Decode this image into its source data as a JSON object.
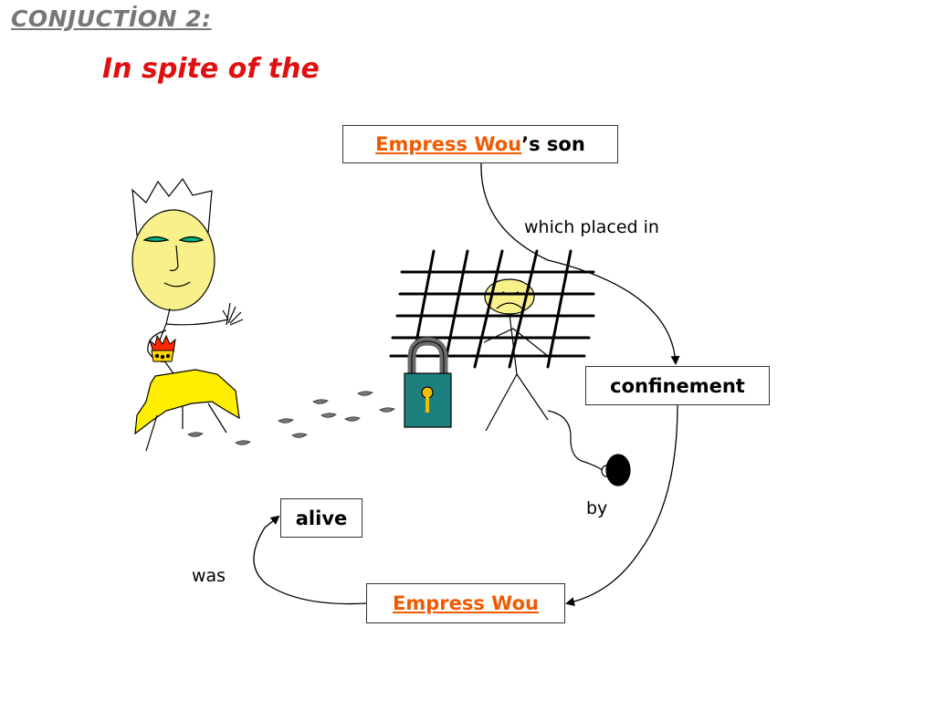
{
  "title": "CONJUCTİON 2:",
  "subtitle": "In spite of the",
  "nodes": {
    "empress_son": {
      "name_part": "Empress Wou",
      "suffix": "’s son"
    },
    "confinement": {
      "label": "confinement"
    },
    "empress": {
      "label": "Empress Wou"
    },
    "alive": {
      "label": "alive"
    }
  },
  "edges": {
    "son_to_confinement": "which placed in",
    "confinement_to_empress": "by",
    "empress_to_alive": "was"
  },
  "colors": {
    "title": "#777777",
    "subtitle": "#e01010",
    "accent": "#f05a00",
    "face": "#f8f08a",
    "skirt": "#ffee00",
    "lock": "#1e7f7f",
    "keyhole": "#f0c000",
    "eyes": "#00b080"
  },
  "icons": {
    "queen": "queen-figure-icon",
    "crown": "crown-icon",
    "jail": "jail-bars-icon",
    "prisoner": "prisoner-figure-icon",
    "lock": "padlock-icon",
    "ball": "ball-and-chain-icon",
    "footprints": "footprints-icon"
  }
}
